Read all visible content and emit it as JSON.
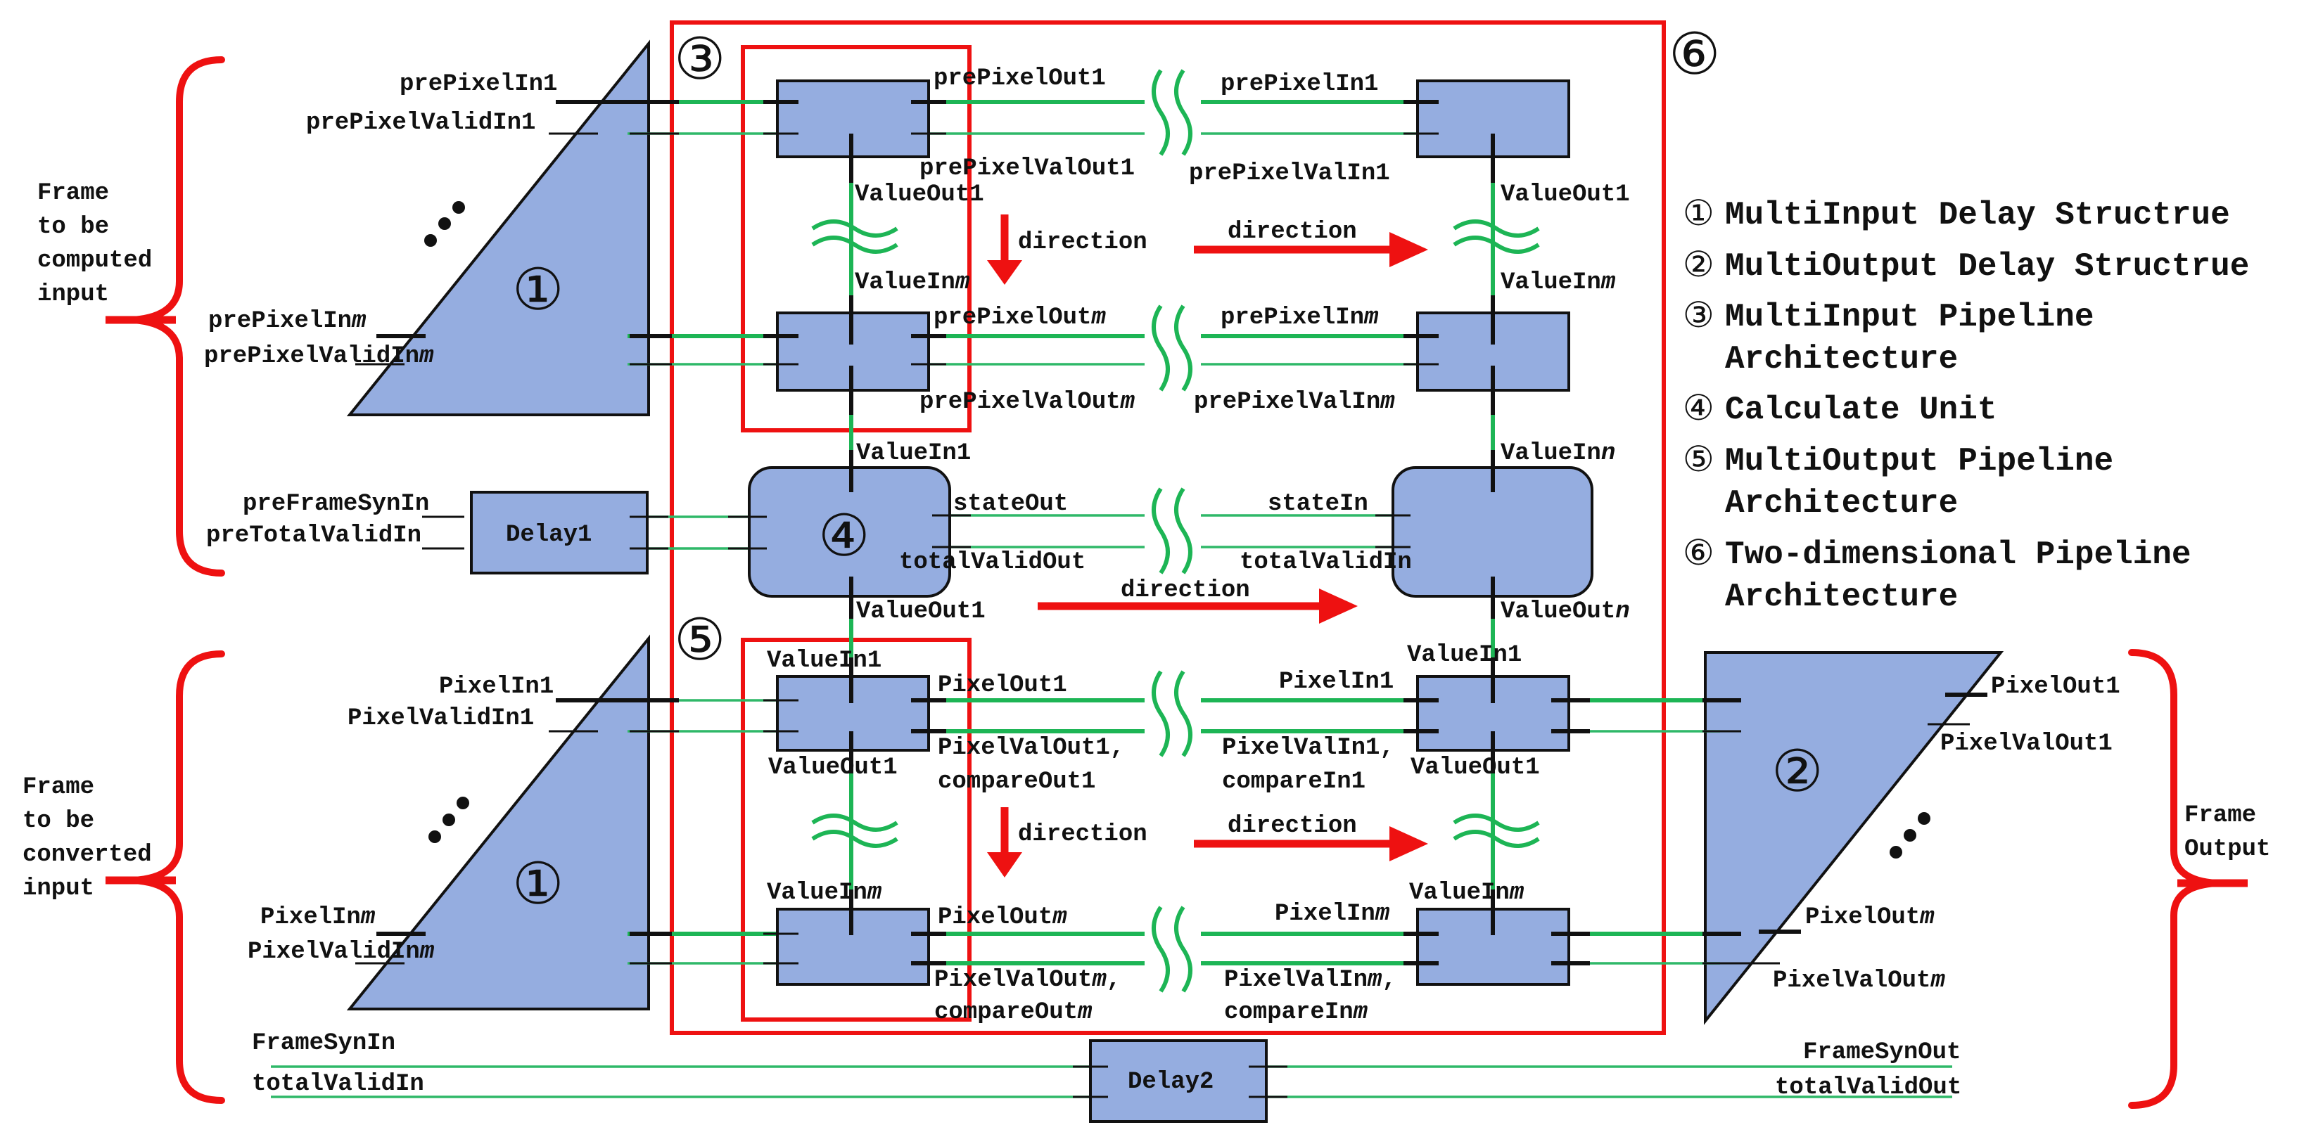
{
  "labels": {
    "prePixelIn1": "prePixelIn1",
    "prePixelValidIn1": "prePixelValidIn1",
    "prePixelInm": "prePixelIn",
    "prePixelValidInm": "prePixelValidIn",
    "preFrameSynIn": "preFrameSynIn",
    "preTotalValidIn": "preTotalValidIn",
    "delay1": "Delay1",
    "delay2": "Delay2",
    "PixelIn1": "PixelIn1",
    "PixelValidIn1": "PixelValidIn1",
    "PixelInm": "PixelIn",
    "PixelValidInm": "PixelValidIn",
    "FrameSynIn": "FrameSynIn",
    "totalValidIn": "totalValidIn",
    "FrameSynOut": "FrameSynOut",
    "totalValidOut": "totalValidOut",
    "PixelOut1_right": "PixelOut1",
    "PixelValOut1_right": "PixelValOut1",
    "PixelOutm_right": "PixelOut",
    "PixelValOutm_right": "PixelValOut",
    "prePixelOut1": "prePixelOut1",
    "prePixelValOut1": "prePixelValOut1",
    "prePixelIn1_b": "prePixelIn1",
    "prePixelValIn1": "prePixelValIn1",
    "ValueOut1_a": "ValueOut1",
    "ValueInm_a": "ValueIn",
    "ValueOut1_b": "ValueOut1",
    "ValueInm_b": "ValueIn",
    "direction": "direction",
    "prePixelOutm": "prePixelOut",
    "prePixelValOutm": "prePixelValOut",
    "prePixelInm_b": "prePixelIn",
    "prePixelValInm": "prePixelValIn",
    "ValueIn1_c": "ValueIn1",
    "ValueInn": "ValueIn",
    "stateOut": "stateOut",
    "totalValidOut_c": "totalValidOut",
    "stateIn": "stateIn",
    "totalValidIn_c": "totalValidIn",
    "ValueOut1_c": "ValueOut1",
    "ValueOutn": "ValueOut",
    "ValueIn1_d": "ValueIn1",
    "ValueIn1_e": "ValueIn1",
    "PixelOut1": "PixelOut1",
    "PixelValOut1": "PixelValOut1,",
    "compareOut1": "compareOut1",
    "PixelIn1_b": "PixelIn1",
    "PixelValIn1": "PixelValIn1,",
    "compareIn1": "compareIn1",
    "ValueOut1_d": "ValueOut1",
    "ValueOut1_e": "ValueOut1",
    "ValueInm_d": "ValueIn",
    "ValueInm_e": "ValueIn",
    "PixelOutm": "PixelOut",
    "PixelValOutm": "PixelValOut",
    "compareOutm": "compareOut",
    "PixelInm_b": "PixelIn",
    "PixelValInm": "PixelValIn",
    "compareInm": "compareIn",
    "m": "m",
    "n": "n",
    "comma": ",",
    "frameComputed": [
      "Frame",
      "to be",
      "computed",
      "input"
    ],
    "frameConverted": [
      "Frame",
      "to be",
      "converted",
      "input"
    ],
    "frameOutput": [
      "Frame",
      "Output"
    ]
  },
  "numbers": {
    "one": "①",
    "two": "②",
    "three": "③",
    "four": "④",
    "five": "⑤",
    "six": "⑥"
  },
  "legend": {
    "items": [
      {
        "num": "①",
        "lines": [
          "MultiInput Delay Structrue"
        ]
      },
      {
        "num": "②",
        "lines": [
          "MultiOutput Delay Structrue"
        ]
      },
      {
        "num": "③",
        "lines": [
          "MultiInput Pipeline",
          "Architecture"
        ]
      },
      {
        "num": "④",
        "lines": [
          "Calculate Unit"
        ]
      },
      {
        "num": "⑤",
        "lines": [
          "MultiOutput Pipeline",
          "Architecture"
        ]
      },
      {
        "num": "⑥",
        "lines": [
          "Two-dimensional Pipeline",
          "Architecture"
        ]
      }
    ]
  },
  "colors": {
    "block_fill": "#95ade0",
    "wire": "#1db555",
    "frame_red": "#ee1111"
  }
}
